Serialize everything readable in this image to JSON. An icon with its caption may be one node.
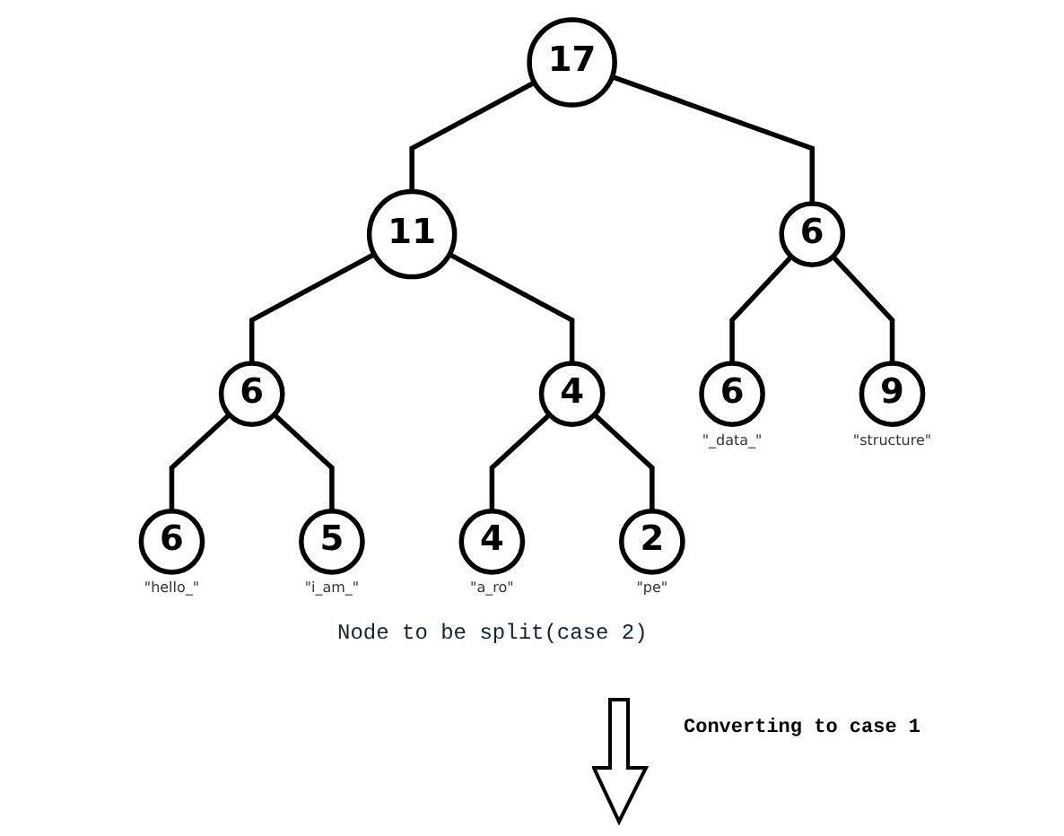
{
  "diagram": {
    "nodes": [
      {
        "text": [
          "17"
        ]
      },
      {
        "text": [
          "11"
        ]
      },
      {
        "text": [
          "6"
        ]
      },
      {
        "text": [
          "6"
        ]
      },
      {
        "text": [
          "4"
        ]
      },
      {
        "text": [
          "6"
        ],
        "beside": [
          "\"_data_\""
        ]
      },
      {
        "text": [
          "9"
        ],
        "beside": [
          "\"structure\""
        ]
      },
      {
        "text": [
          "6"
        ],
        "beside": [
          "\"hello_\""
        ]
      },
      {
        "text": [
          "5"
        ],
        "beside": [
          "\"i_am_\""
        ]
      },
      {
        "text": [
          "4"
        ],
        "beside": [
          "\"a_ro\""
        ]
      },
      {
        "text": [
          "2"
        ],
        "beside": [
          "\"pe\""
        ]
      }
    ],
    "edges": [
      {
        "from": 0,
        "to": 1,
        "arrow": "none"
      },
      {
        "from": 0,
        "to": 2,
        "arrow": "none"
      },
      {
        "from": 1,
        "to": 3,
        "arrow": "none"
      },
      {
        "from": 1,
        "to": 4,
        "arrow": "none"
      },
      {
        "from": 2,
        "to": 5,
        "arrow": "none"
      },
      {
        "from": 2,
        "to": 6,
        "arrow": "none"
      },
      {
        "from": 3,
        "to": 7,
        "arrow": "none"
      },
      {
        "from": 3,
        "to": 8,
        "arrow": "none"
      },
      {
        "from": 4,
        "to": 9,
        "arrow": "none"
      },
      {
        "from": 4,
        "to": 10,
        "arrow": "none"
      }
    ],
    "labels": [
      "Node to be split(case 2)",
      "Converting to case 1"
    ]
  }
}
